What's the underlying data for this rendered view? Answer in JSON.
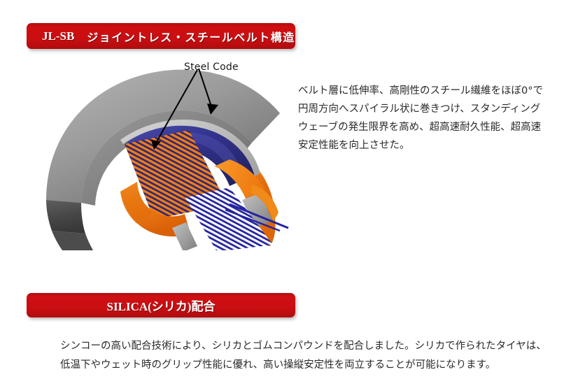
{
  "page": {
    "background": "#ffffff",
    "accent_red": "#c90e11"
  },
  "sections": [
    {
      "id": "jl-sb",
      "banner": {
        "code": "JL-SB",
        "title": "ジョイントレス・スチールベルト構造"
      },
      "body": "ベルト層に低伸率、高剛性のスチール繊維をほぼ0°で\n円周方向へスパイラル状に巻きつけ、スタンディング\nウェーブの発生限界を高め、超高速耐久性能、超高速\n安定性能を向上させた。"
    },
    {
      "id": "silica",
      "banner": {
        "code": "SILICA(シリカ)配合",
        "title": ""
      },
      "body": "シンコーの高い配合技術により、シリカとゴムコンパウンドを配合しました。シリカで作られたタイヤは、\n低温下やウェット時のグリップ性能に優れ、高い操縦安定性を両立することが可能になります。"
    }
  ],
  "figure": {
    "callout_label": "Steel Code",
    "colors": {
      "tread_light": "#9d9d9d",
      "tread_dark": "#4a4a4a",
      "belt_blue": "#2e2e8c",
      "carcass_orange": "#f07c12",
      "cord_blue": "#2424a0",
      "bead_gray": "#a8a8a8"
    }
  }
}
